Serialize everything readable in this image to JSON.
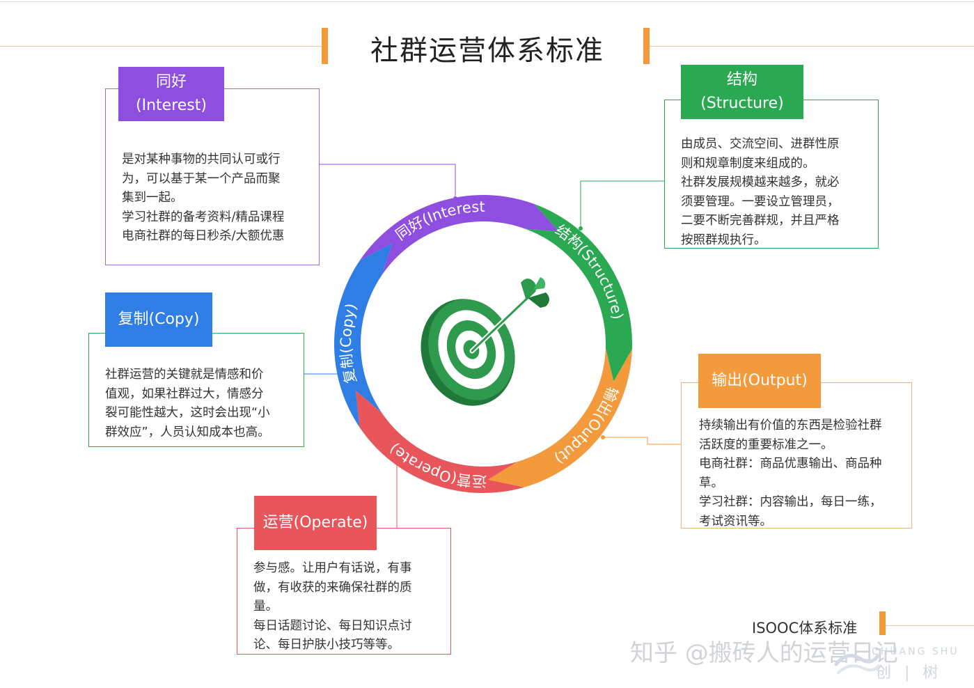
{
  "title": "社群运营体系标准",
  "cards": {
    "interest": {
      "title": "同好",
      "subtitle": "(Interest)",
      "lines": [
        "是对某种事物的共同认可或行",
        "为，可以基于某一个产品而聚",
        "集到一起。",
        "学习社群的备考资料/精品课程",
        "电商社群的每日秒杀/大额优惠"
      ]
    },
    "structure": {
      "title": "结构",
      "subtitle": "(Structure)",
      "lines": [
        "由成员、交流空间、进群性原",
        "则和规章制度来组成的。",
        "社群发展规模越来越多，就必",
        "须要管理。一要设立管理员，",
        "二要不断完善群规，并且严格",
        "按照群规执行。"
      ]
    },
    "copy": {
      "title": "复制(Copy)",
      "lines": [
        "社群运营的关键就是情感和价",
        "值观，如果社群过大，情感分",
        "裂可能性越大，这时会出现“小",
        "群效应”，人员认知成本也高。"
      ]
    },
    "output": {
      "title": "输出(Output)",
      "lines": [
        "持续输出有价值的东西是检验社群",
        "活跃度的重要标准之一。",
        "电商社群：商品优惠输出、商品种",
        "草。",
        "学习社群：内容输出，每日一练，",
        "考试资讯等。"
      ]
    },
    "operate": {
      "title": "运营(Operate)",
      "lines": [
        "参与感。让用户有话说，有事",
        "做，有收获的来确保社群的质",
        "量。",
        "每日话题讨论、每日知识点讨",
        "论、每日护肤小技巧等等。"
      ]
    }
  },
  "ring": {
    "interest": "同好(Interest)",
    "structure": "结构(Structure)",
    "output": "输出(Output)",
    "operate": "运营(Operate)",
    "copy": "复制(Copy)"
  },
  "footer": {
    "label": "ISOOC体系标准",
    "watermark": "知乎 @搬砖人的运营日记",
    "brand_top": "CHUANG  SHU",
    "brand_bottom": "创 | 树"
  },
  "colors": {
    "interest": "#8e4fe0",
    "structure": "#2aa952",
    "output": "#f39a3c",
    "operate": "#e8555b",
    "copy": "#2f7ee5",
    "accent": "#f39a3c",
    "target": "#2e9a4d"
  },
  "icons": {
    "center": "target-arrow-icon",
    "brand": "wave-logo-icon"
  }
}
